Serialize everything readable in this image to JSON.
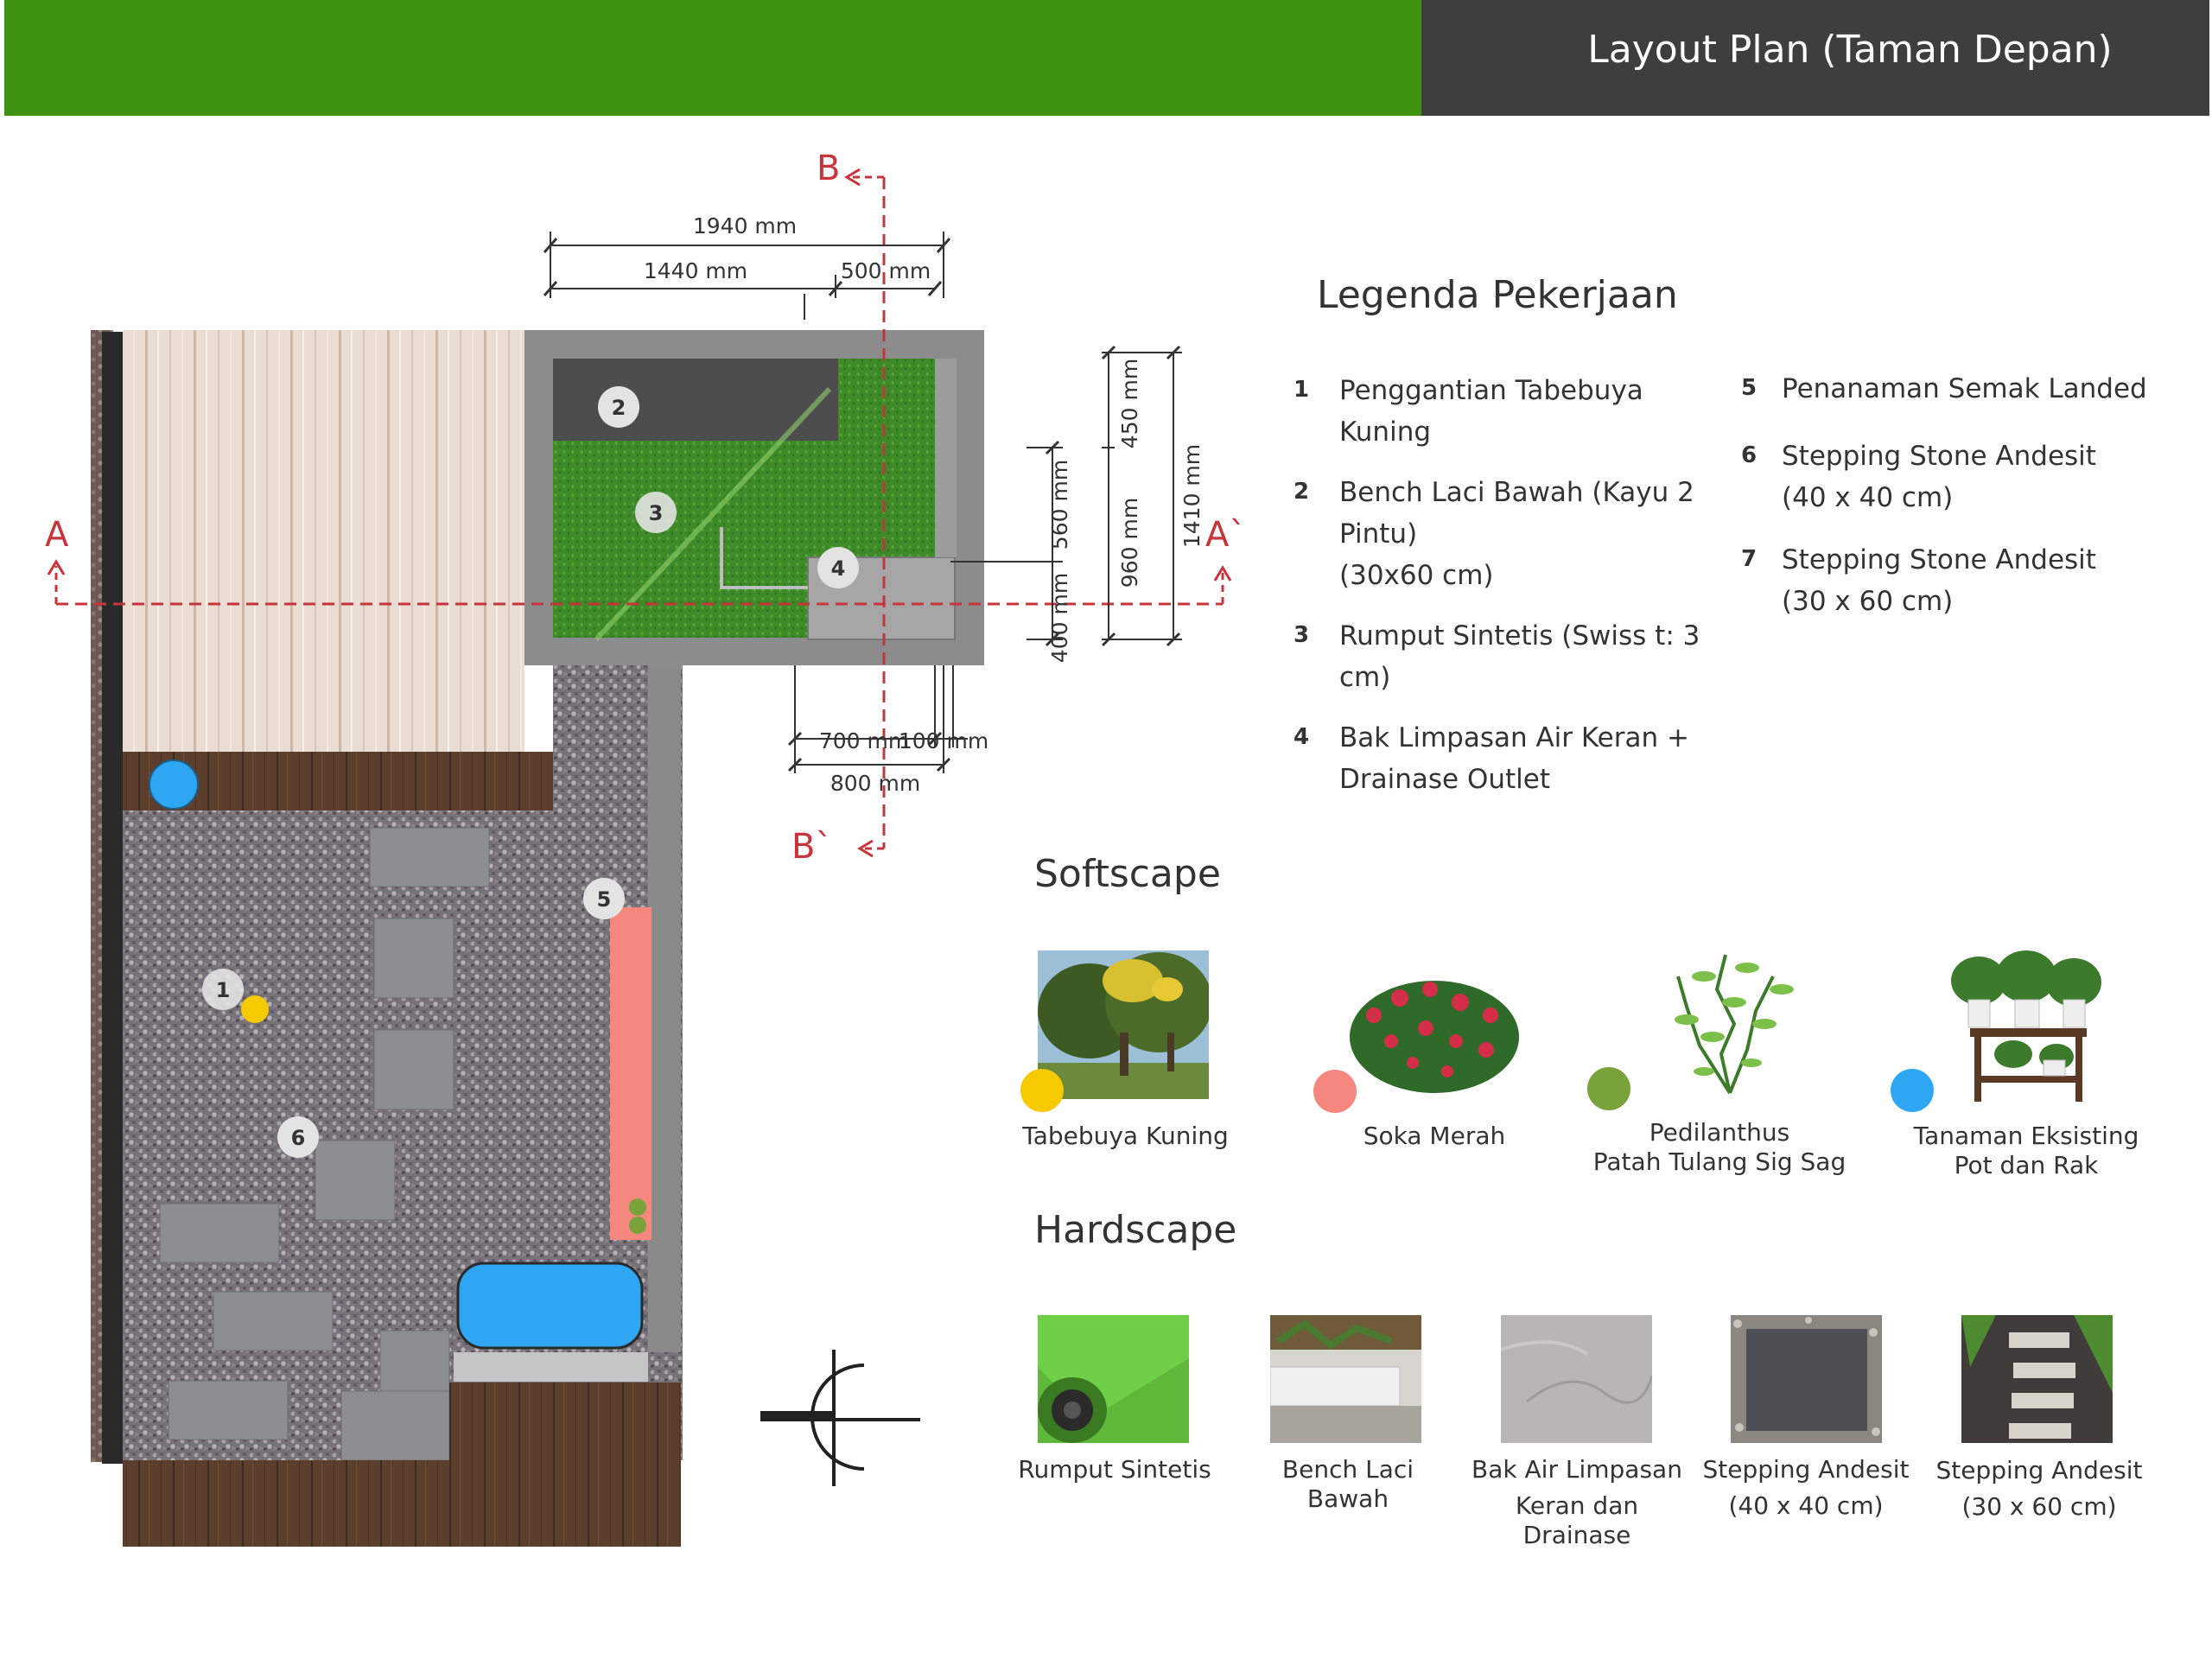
{
  "header": {
    "title": "Layout Plan (Taman Depan)"
  },
  "colors": {
    "header_green": "#3f9310",
    "header_dark": "#3e3e3e",
    "section_line": "#c8343a",
    "tabebuya": "#f7c900",
    "soka": "#f5877f",
    "pedilanthus": "#7aa23a",
    "tanaman": "#2ea6f2"
  },
  "plan": {
    "section_labels": {
      "a": "A",
      "a_prime": "A`",
      "b": "B",
      "b_prime": "B`"
    },
    "dimensions": {
      "d1940": "1940 mm",
      "d1440": "1440 mm",
      "d500": "500 mm",
      "d450": "450 mm",
      "d960": "960 mm",
      "d1410": "1410 mm",
      "d560": "560 mm",
      "d400": "400 mm",
      "d700": "700 mm",
      "d100": "100 mm",
      "d800": "800 mm"
    },
    "markers": [
      "1",
      "2",
      "3",
      "4",
      "5",
      "6"
    ]
  },
  "legend": {
    "title": "Legenda Pekerjaan",
    "items": [
      {
        "num": "1",
        "lines": [
          "Penggantian Tabebuya",
          "Kuning"
        ]
      },
      {
        "num": "2",
        "lines": [
          "Bench Laci Bawah (Kayu 2",
          "Pintu)",
          "(30x60 cm)"
        ]
      },
      {
        "num": "3",
        "lines": [
          "Rumput Sintetis (Swiss t: 3",
          "cm)"
        ]
      },
      {
        "num": "4",
        "lines": [
          "Bak Limpasan Air Keran +",
          "Drainase Outlet"
        ]
      },
      {
        "num": "5",
        "lines": [
          "Penanaman Semak Landed"
        ]
      },
      {
        "num": "6",
        "lines": [
          "Stepping Stone Andesit",
          "(40 x 40 cm)"
        ]
      },
      {
        "num": "7",
        "lines": [
          "Stepping Stone Andesit",
          "(30 x 60 cm)"
        ]
      }
    ]
  },
  "softscape": {
    "title": "Softscape",
    "items": [
      {
        "lines": [
          "Tabebuya Kuning"
        ],
        "icon": "tree-photo"
      },
      {
        "lines": [
          "Soka Merah"
        ],
        "icon": "flower-shrub-photo"
      },
      {
        "lines": [
          "Pedilanthus",
          "Patah Tulang Sig Sag"
        ],
        "icon": "zigzag-plant-photo"
      },
      {
        "lines": [
          "Tanaman Eksisting",
          "Pot dan Rak"
        ],
        "icon": "potted-plants-shelf-photo"
      }
    ]
  },
  "hardscape": {
    "title": "Hardscape",
    "items": [
      {
        "lines": [
          "Rumput Sintetis"
        ],
        "icon": "grass-roll-photo"
      },
      {
        "lines": [
          "Bench Laci Bawah"
        ],
        "icon": "bench-photo"
      },
      {
        "lines": [
          "Bak Air Limpasan",
          "Keran dan Drainase"
        ],
        "icon": "concrete-texture-photo"
      },
      {
        "lines": [
          "Stepping Andesit",
          "(40 x 40 cm)"
        ],
        "icon": "andesite-tile-photo"
      },
      {
        "lines": [
          "Stepping Andesit",
          "(30 x 60 cm)"
        ],
        "icon": "stepping-stones-photo"
      }
    ]
  }
}
